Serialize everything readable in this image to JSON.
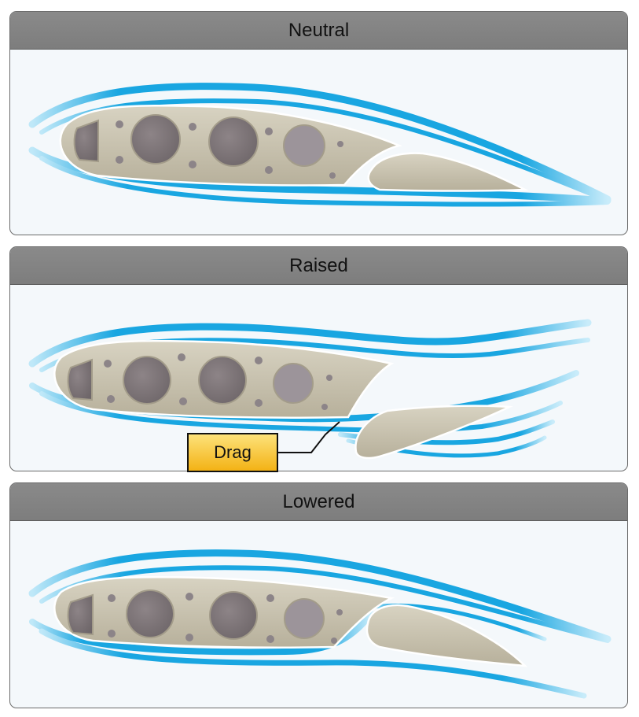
{
  "panels": [
    {
      "id": "neutral",
      "title": "Neutral"
    },
    {
      "id": "raised",
      "title": "Raised"
    },
    {
      "id": "lowered",
      "title": "Lowered"
    }
  ],
  "callout": {
    "label": "Drag"
  },
  "colors": {
    "airflow": "#1ba6e0",
    "airfoil": "#c5bfab",
    "header": "#858585",
    "callout": "#f5b91d"
  }
}
